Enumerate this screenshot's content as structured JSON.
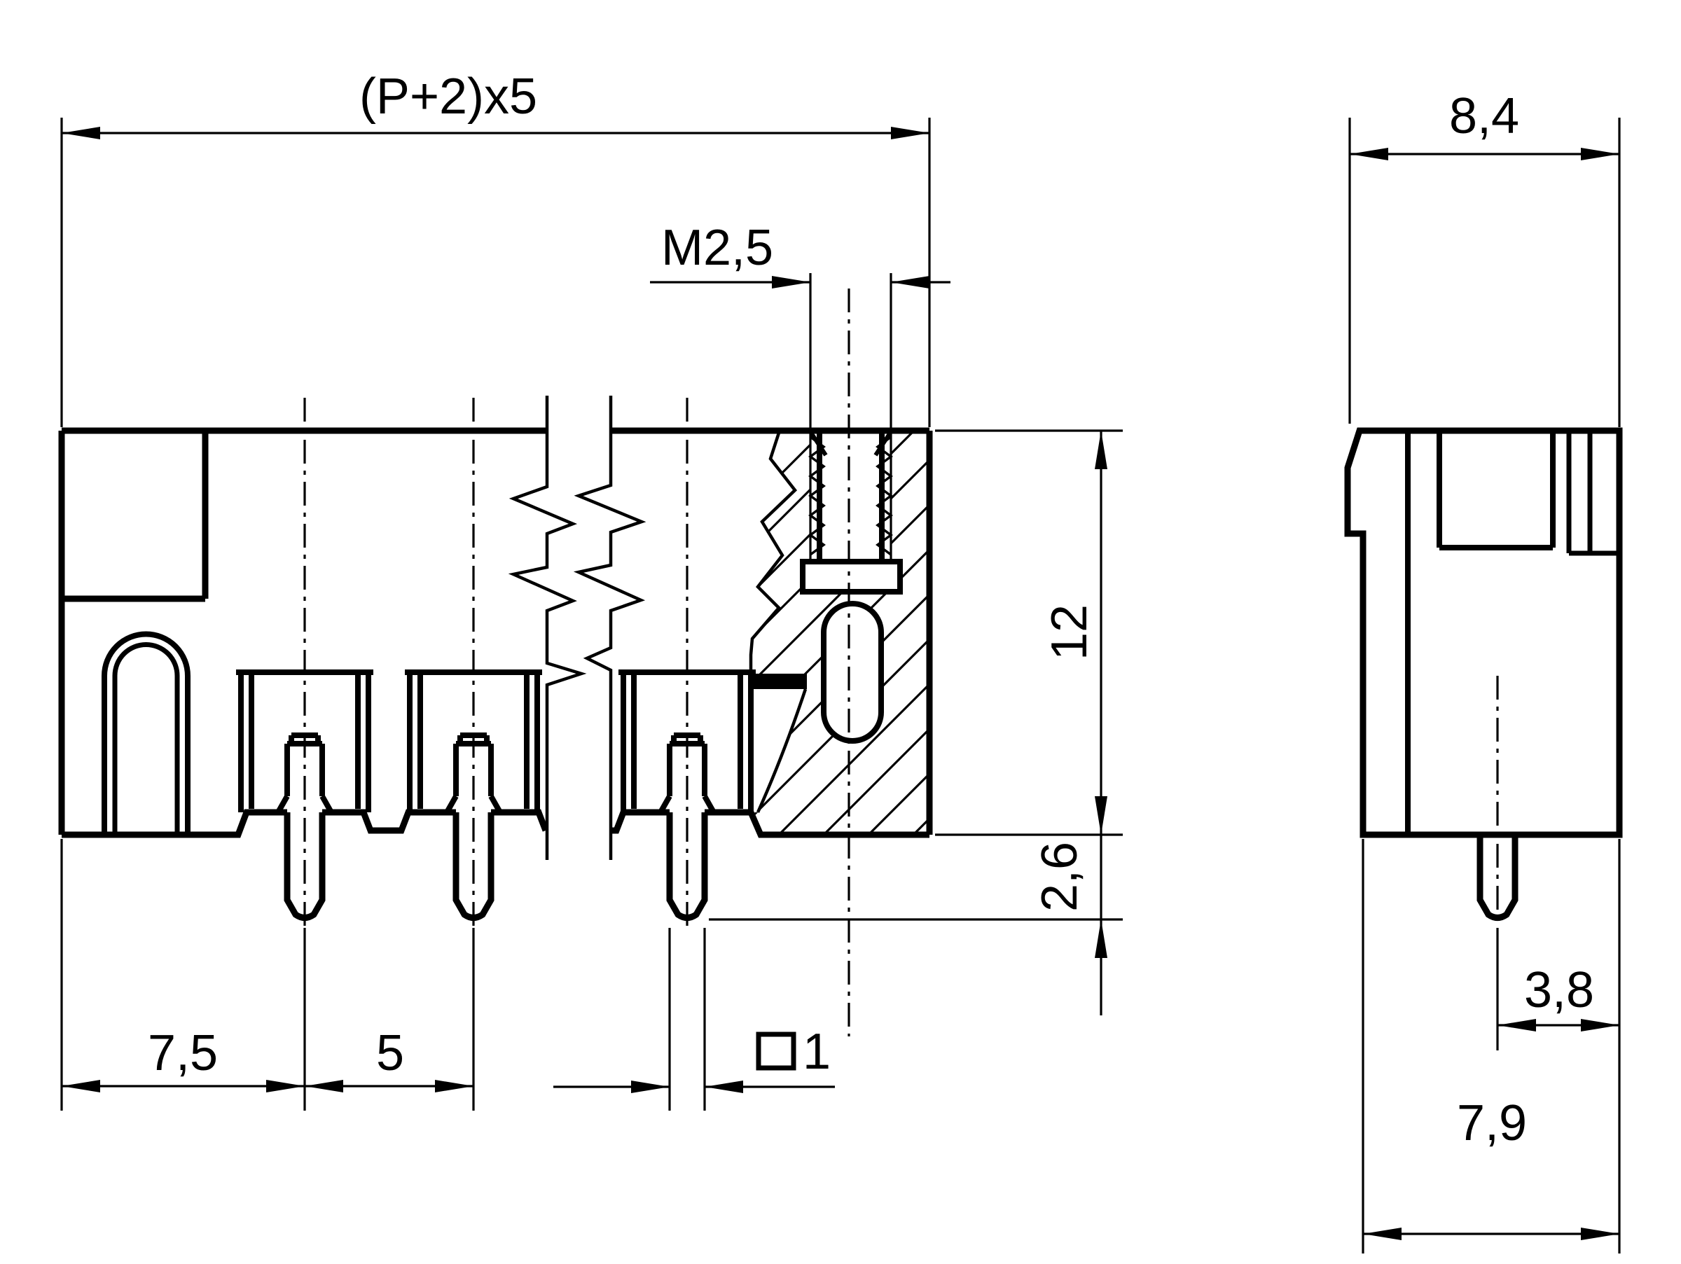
{
  "colors": {
    "background": "#ffffff",
    "line": "#000000"
  },
  "front_view": {
    "name": "sectioned-front-view",
    "dims": {
      "overall_width": "(P+2)x5",
      "thread": "M2,5",
      "height": "12",
      "pin_protrusion": "2,6",
      "end_pitch": "7,5",
      "pitch": "5",
      "pin_square_side": "1"
    }
  },
  "side_view": {
    "name": "side-view",
    "dims": {
      "overall_depth": "8,4",
      "pin_to_back": "3,8",
      "body_depth": "7,9"
    }
  }
}
